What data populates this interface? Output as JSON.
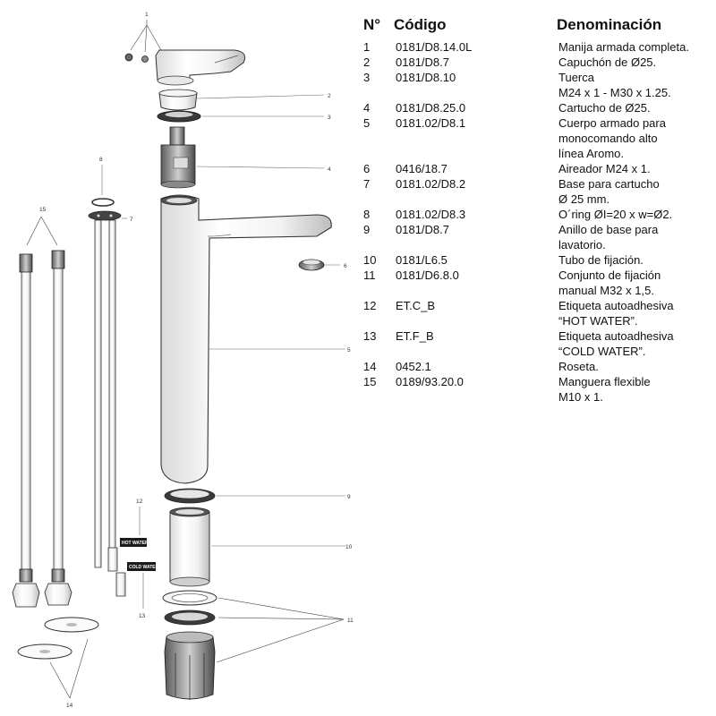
{
  "table": {
    "headers": {
      "number": "N°",
      "code": "Código",
      "name": "Denominación"
    },
    "rows": [
      {
        "n": "1",
        "code": "0181/D8.14.0L",
        "name": "Manija armada completa."
      },
      {
        "n": "2",
        "code": "0181/D8.7",
        "name": "Capuchón de Ø25."
      },
      {
        "n": "3",
        "code": "0181/D8.10",
        "name": "Tuerca\nM24 x 1 - M30 x 1.25."
      },
      {
        "n": "4",
        "code": "0181/D8.25.0",
        "name": "Cartucho de Ø25."
      },
      {
        "n": "5",
        "code": "0181.02/D8.1",
        "name": "Cuerpo armado para\nmonocomando alto\nlínea Aromo."
      },
      {
        "n": "6",
        "code": "0416/18.7",
        "name": "Aireador M24 x 1."
      },
      {
        "n": "7",
        "code": "0181.02/D8.2",
        "name": "Base para cartucho\nØ 25 mm."
      },
      {
        "n": "8",
        "code": "0181.02/D8.3",
        "name": "O´ring ØI=20 x w=Ø2."
      },
      {
        "n": "9",
        "code": "0181/D8.7",
        "name": "Anillo de base para\nlavatorio."
      },
      {
        "n": "10",
        "code": "0181/L6.5",
        "name": "Tubo de fijación."
      },
      {
        "n": "11",
        "code": "0181/D6.8.0",
        "name": "Conjunto de fijación\nmanual M32 x 1,5."
      },
      {
        "n": "12",
        "code": "ET.C_B",
        "name": "Etiqueta autoadhesiva\n“HOT WATER”."
      },
      {
        "n": "13",
        "code": "ET.F_B",
        "name": "Etiqueta autoadhesiva\n“COLD WATER”."
      },
      {
        "n": "14",
        "code": "0452.1",
        "name": "Roseta."
      },
      {
        "n": "15",
        "code": "0189/93.20.0",
        "name": "Manguera flexible\nM10 x 1."
      }
    ]
  },
  "diagram": {
    "callouts": [
      "1",
      "2",
      "3",
      "4",
      "5",
      "6",
      "7",
      "8",
      "9",
      "10",
      "11",
      "12",
      "13",
      "14",
      "15"
    ],
    "labels": {
      "hot": "HOT WATER",
      "cold": "COLD WATER"
    }
  }
}
